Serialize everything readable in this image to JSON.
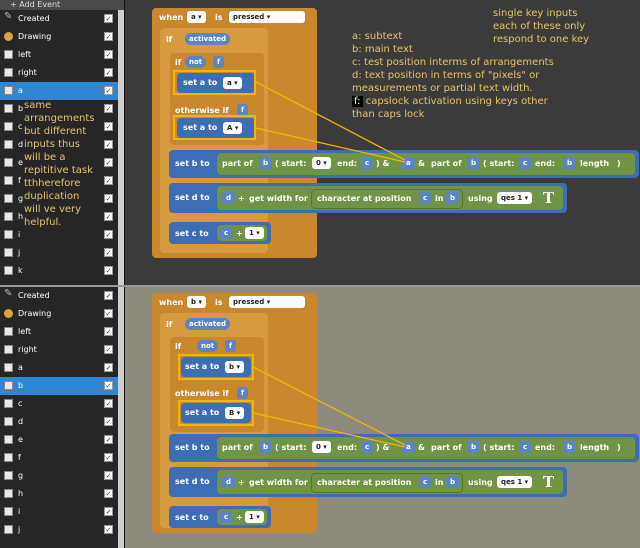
{
  "sidebar_top": {
    "add_event_label": "+ Add Event",
    "items": [
      {
        "label": "Created",
        "icon": "pencil-icon",
        "selected": false
      },
      {
        "label": "Drawing",
        "icon": "palette-icon",
        "selected": false
      },
      {
        "label": "left",
        "icon": "key-icon",
        "selected": false
      },
      {
        "label": "right",
        "icon": "key-icon",
        "selected": false
      },
      {
        "label": "a",
        "icon": "key-icon",
        "selected": true
      },
      {
        "label": "b",
        "icon": "key-icon",
        "selected": false
      },
      {
        "label": "c",
        "icon": "key-icon",
        "selected": false
      },
      {
        "label": "d",
        "icon": "key-icon",
        "selected": false
      },
      {
        "label": "e",
        "icon": "key-icon",
        "selected": false
      },
      {
        "label": "f",
        "icon": "key-icon",
        "selected": false
      },
      {
        "label": "g",
        "icon": "key-icon",
        "selected": false
      },
      {
        "label": "h",
        "icon": "key-icon",
        "selected": false
      },
      {
        "label": "i",
        "icon": "key-icon",
        "selected": false
      },
      {
        "label": "j",
        "icon": "key-icon",
        "selected": false
      },
      {
        "label": "k",
        "icon": "key-icon",
        "selected": false
      }
    ],
    "note_lines": [
      "same",
      "arrangements",
      "but different",
      "inputs thus",
      "will be a",
      "repititive task",
      "tthherefore",
      "duplication",
      "will ve very",
      "helpful."
    ]
  },
  "sidebar_bottom": {
    "items": [
      {
        "label": "Created",
        "icon": "pencil-icon",
        "selected": false
      },
      {
        "label": "Drawing",
        "icon": "palette-icon",
        "selected": false
      },
      {
        "label": "left",
        "icon": "key-icon",
        "selected": false
      },
      {
        "label": "right",
        "icon": "key-icon",
        "selected": false
      },
      {
        "label": "a",
        "icon": "key-icon",
        "selected": false
      },
      {
        "label": "b",
        "icon": "key-icon",
        "selected": true
      },
      {
        "label": "c",
        "icon": "key-icon",
        "selected": false
      },
      {
        "label": "d",
        "icon": "key-icon",
        "selected": false
      },
      {
        "label": "e",
        "icon": "key-icon",
        "selected": false
      },
      {
        "label": "f",
        "icon": "key-icon",
        "selected": false
      },
      {
        "label": "g",
        "icon": "key-icon",
        "selected": false
      },
      {
        "label": "h",
        "icon": "key-icon",
        "selected": false
      },
      {
        "label": "i",
        "icon": "key-icon",
        "selected": false
      },
      {
        "label": "j",
        "icon": "key-icon",
        "selected": false
      }
    ]
  },
  "blocks_top": {
    "when": "when",
    "key": "a",
    "is": "is",
    "state": "pressed",
    "if": "if",
    "activated": "activated",
    "if2": "if",
    "not": "not",
    "f": "f",
    "set_a_1": "set a to",
    "val_1": "a",
    "otherwise_if": "otherwise if",
    "f2": "f",
    "set_a_2": "set a to",
    "val_2": "A",
    "set_b": "set b to",
    "part_of": "part of",
    "b": "b",
    "start": "( start:",
    "zero": "0",
    "end": "end:",
    "c": "c",
    "close_amp": ")  &",
    "a": "a",
    "amp": "&",
    "part_of2": "part of",
    "b2": "b",
    "start2": "( start:",
    "c2": "c",
    "end2": "end:",
    "b3": "b",
    "length": "length",
    "close": ")",
    "set_d": "set d to",
    "d": "d",
    "plus": "+",
    "get_width": "get width for",
    "char_at": "character at position",
    "c3": "c",
    "in": "in",
    "b4": "b",
    "using": "using",
    "font": "qes 1",
    "font_icon": "T",
    "set_c": "set c to",
    "c4": "c",
    "plus2": "+",
    "one": "1"
  },
  "blocks_bottom": {
    "when": "when",
    "key": "b",
    "is": "is",
    "state": "pressed",
    "if": "if",
    "activated": "activated",
    "if2": "if",
    "not": "not",
    "f": "f",
    "set_a_1": "set a to",
    "val_1": "b",
    "otherwise_if": "otherwise if",
    "f2": "f",
    "set_a_2": "set a to",
    "val_2": "B",
    "set_b": "set b to",
    "part_of": "part of",
    "b": "b",
    "start": "( start:",
    "zero": "0",
    "end": "end:",
    "c": "c",
    "close_amp": ")  &",
    "a": "a",
    "amp": "&",
    "part_of2": "part of",
    "b2": "b",
    "start2": "( start:",
    "c2": "c",
    "end2": "end:",
    "b3": "b",
    "length": "length",
    "close": ")",
    "set_d": "set d to",
    "d": "d",
    "plus": "+",
    "get_width": "get width for",
    "char_at": "character at position",
    "c3": "c",
    "in": "in",
    "b4": "b",
    "using": "using",
    "font": "qes 1",
    "font_icon": "T",
    "set_c": "set c to",
    "c4": "c",
    "plus2": "+",
    "one": "1"
  },
  "legend": {
    "lines": [
      "a: subtext",
      "b: main text",
      "c: test position interms of arrangements",
      "d: text position in terms of \"pixels\" or",
      "measurements or partial text width."
    ],
    "f_label": "f:",
    "f_text": "capslock activation using keys other",
    "f_text2": "than caps lock"
  },
  "top_note": [
    "single key inputs",
    "each of these only",
    "respond to one key"
  ],
  "colors": {
    "control": "#c9872e",
    "set": "#3d6eb3",
    "expr": "#6f9446",
    "highlight": "#f0b800",
    "selected": "#2f86d4"
  }
}
